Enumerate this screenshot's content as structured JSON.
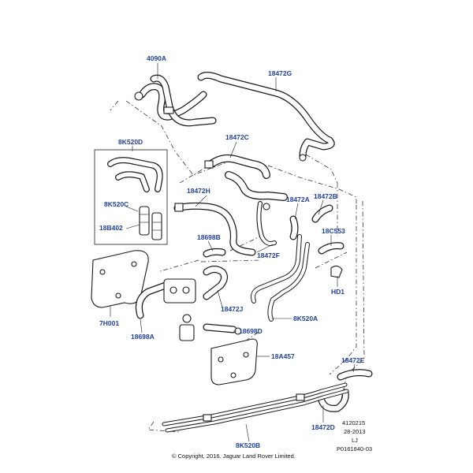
{
  "labels": [
    {
      "id": "4090A",
      "text": "4090A"
    },
    {
      "id": "18472G",
      "text": "18472G"
    },
    {
      "id": "8K520D",
      "text": "8K520D"
    },
    {
      "id": "18472C",
      "text": "18472C"
    },
    {
      "id": "18472H",
      "text": "18472H"
    },
    {
      "id": "18472A",
      "text": "18472A"
    },
    {
      "id": "18472B",
      "text": "18472B"
    },
    {
      "id": "8K520C",
      "text": "8K520C"
    },
    {
      "id": "18B402",
      "text": "18B402"
    },
    {
      "id": "18C553",
      "text": "18C553"
    },
    {
      "id": "18698B",
      "text": "18698B"
    },
    {
      "id": "18472F",
      "text": "18472F"
    },
    {
      "id": "HD1",
      "text": "HD1"
    },
    {
      "id": "7H001",
      "text": "7H001"
    },
    {
      "id": "18472J",
      "text": "18472J"
    },
    {
      "id": "8K520A",
      "text": "8K520A"
    },
    {
      "id": "18698A",
      "text": "18698A"
    },
    {
      "id": "18698D",
      "text": "18698D"
    },
    {
      "id": "18A457",
      "text": "18A457"
    },
    {
      "id": "18472E",
      "text": "18472E"
    },
    {
      "id": "8K520B",
      "text": "8K520B"
    },
    {
      "id": "18472D",
      "text": "18472D"
    }
  ],
  "reference": {
    "line1": "4120215",
    "line2": "28-2013",
    "line3": "LJ",
    "line4": "P0161840-03"
  },
  "copyright": "© Copyright, 2016. Jaguar Land Rover Limited."
}
